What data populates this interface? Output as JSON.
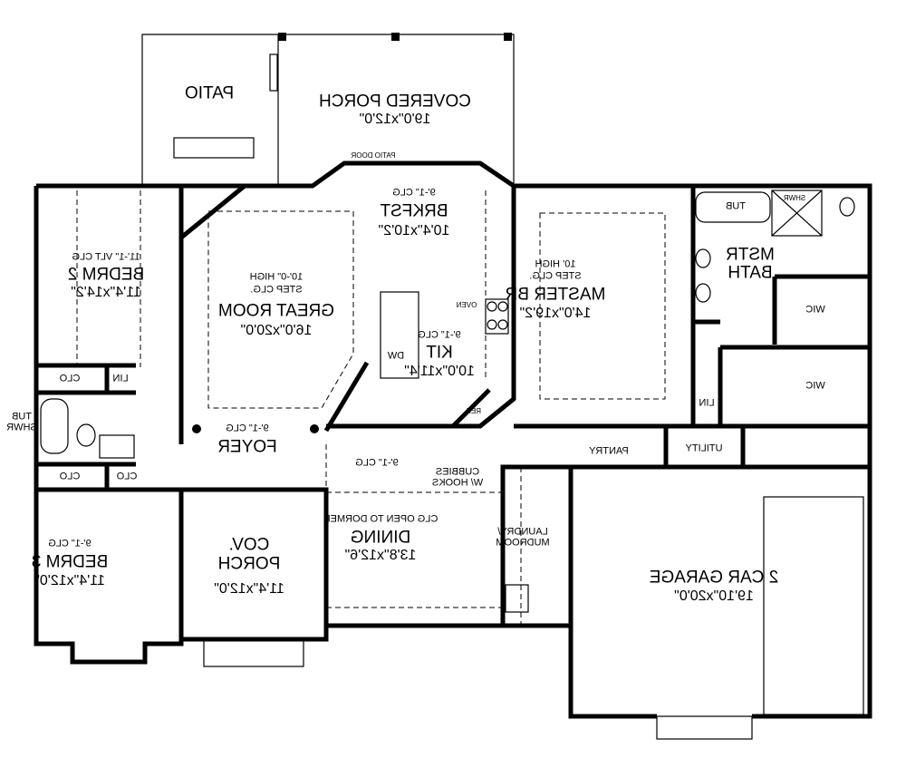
{
  "rooms": {
    "patio": {
      "name": "PATIO"
    },
    "covered_porch": {
      "name": "COVERED PORCH",
      "size": "19'0\"x12'0\""
    },
    "patio_door": "PATIO DOOR",
    "bedrm2": {
      "clg": "11'-1\" VLT CLG",
      "name": "BEDRM 2",
      "size": "11'4\"x14'2\""
    },
    "great_room": {
      "clg1": "10'-0\" HIGH",
      "clg2": "STEP CLG.",
      "name": "GREAT ROOM",
      "size": "16'0\"x20'0\""
    },
    "brkfst": {
      "clg": "9'-1\" CLG",
      "name": "BRKFST",
      "size": "10'4\"x10'2\""
    },
    "kit": {
      "clg": "9'-1\" CLG",
      "name": "KIT",
      "size": "10'0\"x11'4\"",
      "oven": "OVEN",
      "dw": "DW",
      "ref": "REF"
    },
    "master_br": {
      "clg1": "10' HIGH",
      "clg2": "STEP CLG.",
      "name": "MASTER BR",
      "size": "14'0\"x19'2\""
    },
    "mstr_bath": {
      "line1": "MSTR",
      "line2": "BATH",
      "tub": "TUB",
      "shwr": "SHWR"
    },
    "wic1": "WIC",
    "wic2": "WIC",
    "lin_master": "LIN",
    "utility": "UTILITY",
    "pantry": "PANTRY",
    "clo1": "CLO",
    "lin_bed": "LIN",
    "tub_shwr": {
      "line1": "TUB",
      "line2": "SHWR"
    },
    "clo2": "CLO",
    "clo3": "CLO",
    "foyer": {
      "clg": "9'-1\" CLG",
      "name": "FOYER"
    },
    "hall_clg": "9'-1\" CLG",
    "cubbies": {
      "line1": "CUBBIES",
      "line2": "W/ HOOKS"
    },
    "bedrm3": {
      "clg": "9'-1\" CLG",
      "name": "BEDRM 3",
      "size": "11'4\"x12'0\""
    },
    "cov_porch": {
      "line1": "COV.",
      "line2": "PORCH",
      "size": "11'4\"x12'0\""
    },
    "dining": {
      "clg": "CLG OPEN TO DORMER",
      "name": "DINING",
      "size": "13'8\"x12'6\""
    },
    "laundry": {
      "line1": "LAUNDRY/",
      "line2": "MUDROOM"
    },
    "garage": {
      "name": "2 CAR GARAGE",
      "size": "19'10\"x20'0\""
    }
  }
}
